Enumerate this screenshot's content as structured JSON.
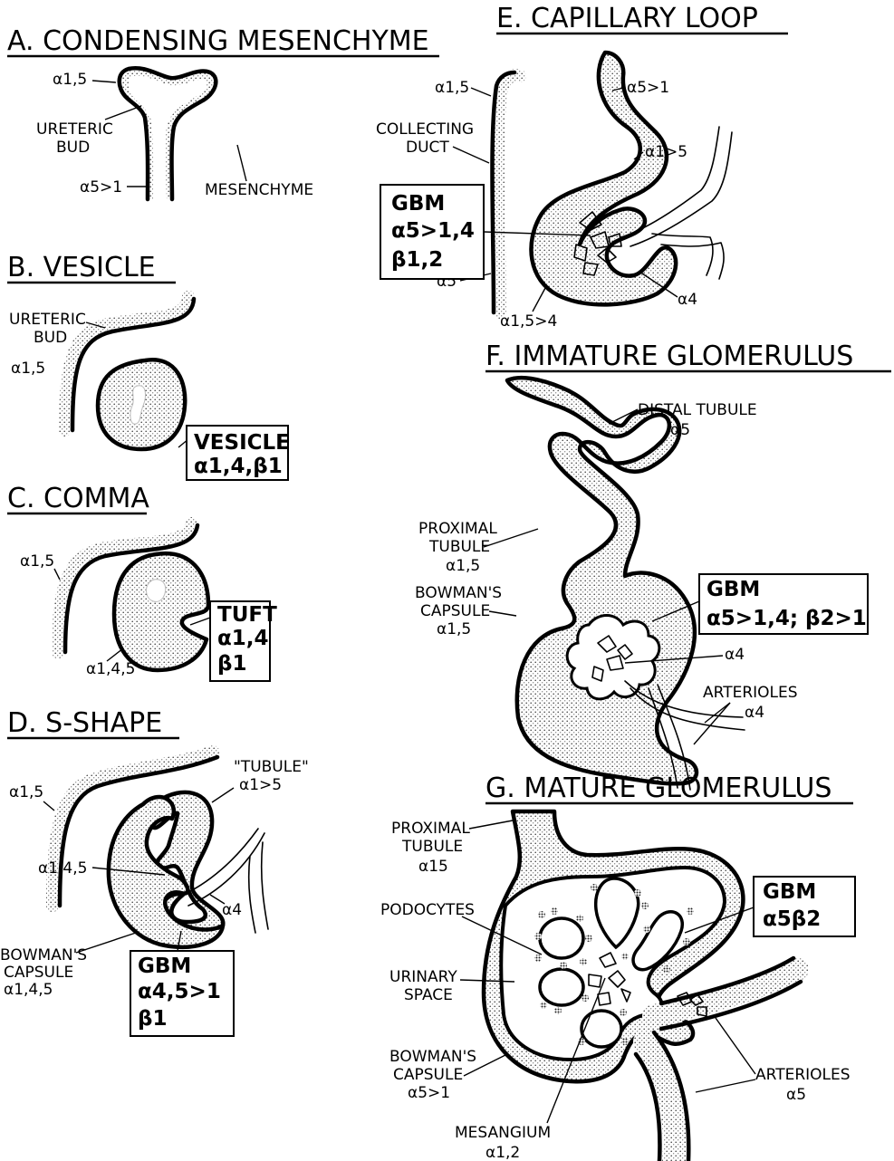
{
  "panels": {
    "a": {
      "title": "A. CONDENSING MESENCHYME",
      "bud_tip": "α1,5",
      "ureteric_bud_1": "URETERIC",
      "ureteric_bud_2": "BUD",
      "stalk": "α5>1",
      "mesenchyme": "MESENCHYME"
    },
    "b": {
      "title": "B. VESICLE",
      "ureteric_1": "URETERIC",
      "ureteric_2": "BUD",
      "bud_alpha": "α1,5",
      "box_1": "VESICLE",
      "box_2": "α1,4,β1"
    },
    "c": {
      "title": "C. COMMA",
      "bud_alpha": "α1,5",
      "body_alpha": "α1,4,5",
      "box_1": "TUFT",
      "box_2": "α1,4",
      "box_3": "β1"
    },
    "d": {
      "title": "D. S-SHAPE",
      "bud_alpha": "α1,5",
      "tubule_1": "\"TUBULE\"",
      "tubule_2": "α1>5",
      "middle_alpha": "α1,4,5",
      "vessel_alpha": "α4",
      "bowman_1": "BOWMAN'S",
      "bowman_2": "CAPSULE",
      "bowman_3": "α1,4,5",
      "box_1": "GBM",
      "box_2": "α4,5>1",
      "box_3": "β1"
    },
    "e": {
      "title": "E. CAPILLARY LOOP",
      "top_left": "α1,5",
      "top_right": "α5>1",
      "collecting_1": "COLLECTING",
      "collecting_2": "DUCT",
      "right_mid": "α1>5",
      "duct_alpha": "α5",
      "bottom": "α1,5>4",
      "vessel_alpha": "α4",
      "box_1": "GBM",
      "box_2": "α5>1,4",
      "box_3": "β1,2"
    },
    "f": {
      "title": "F. IMMATURE GLOMERULUS",
      "distal_1": "DISTAL TUBULE",
      "distal_2": "α5",
      "proximal_1": "PROXIMAL",
      "proximal_2": "TUBULE",
      "proximal_3": "α1,5",
      "bowman_1": "BOWMAN'S",
      "bowman_2": "CAPSULE",
      "bowman_3": "α1,5",
      "tuft_alpha": "α4",
      "arterioles_1": "ARTERIOLES",
      "arterioles_2": "α4",
      "box_1": "GBM",
      "box_2": "α5>1,4; β2>1"
    },
    "g": {
      "title": "G. MATURE GLOMERULUS",
      "proximal_1": "PROXIMAL",
      "proximal_2": "TUBULE",
      "proximal_3": "α15",
      "podocytes": "PODOCYTES",
      "urinary_1": "URINARY",
      "urinary_2": "SPACE",
      "bowman_1": "BOWMAN'S",
      "bowman_2": "CAPSULE",
      "bowman_3": "α5>1",
      "mesangium_1": "MESANGIUM",
      "mesangium_2": "α1,2",
      "arterioles_1": "ARTERIOLES",
      "arterioles_2": "α5",
      "box_1": "GBM",
      "box_2": "α5β2"
    }
  }
}
